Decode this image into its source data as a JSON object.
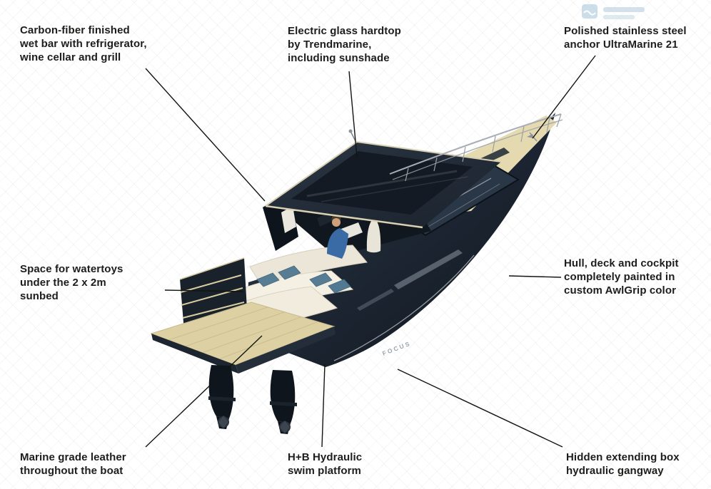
{
  "callouts": {
    "wet_bar": {
      "text": "Carbon-fiber finished\nwet bar with refrigerator,\nwine cellar and grill"
    },
    "hardtop": {
      "text": "Electric glass hardtop\nby Trendmarine,\nincluding sunshade"
    },
    "anchor": {
      "text": "Polished stainless steel\nanchor UltraMarine 21"
    },
    "watertoys": {
      "text": "Space for watertoys\nunder the 2 x 2m\nsunbed"
    },
    "hull_paint": {
      "text": "Hull, deck and cockpit\ncompletely painted in\ncustom AwlGrip color"
    },
    "leather": {
      "text": "Marine grade leather\nthroughout the boat"
    },
    "swim_platform": {
      "text": "H+B Hydraulic\nswim platform"
    },
    "gangway": {
      "text": "Hidden extending box\nhydraulic gangway"
    }
  },
  "boat": {
    "hull_text": "FOCUS"
  },
  "colors": {
    "text": "#1d1d1b",
    "leader_line": "#14140f",
    "hull_dark": "#1b2430",
    "deck_cream": "#e4d9af",
    "teak_platform": "#ddd1a4",
    "cushion_ivory": "#f1ecdd",
    "pillow_blue": "#577d94",
    "glass": "#2a3747",
    "railing": "#a8aeb4",
    "watermark_blue": "#bcd3e4"
  }
}
